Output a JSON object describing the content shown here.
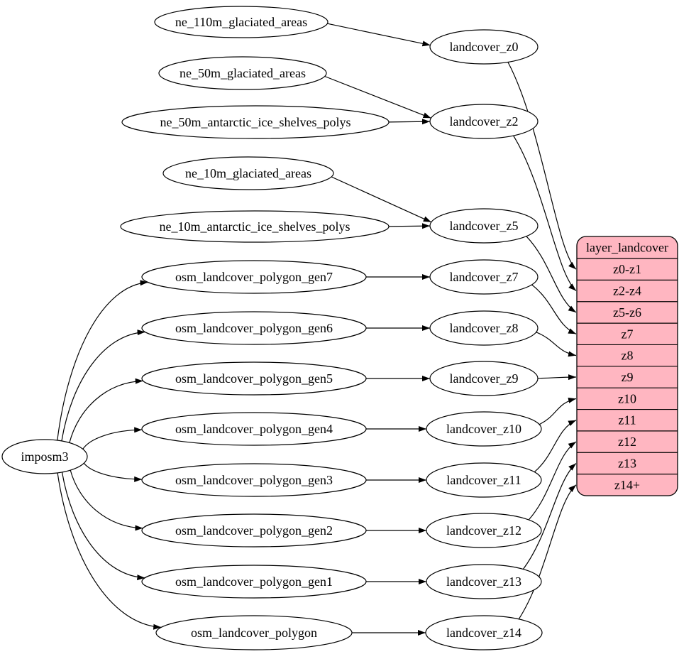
{
  "diagram": {
    "colors": {
      "background": "#ffffff",
      "node_fill": "#ffffff",
      "node_stroke": "#000000",
      "edge_stroke": "#000000",
      "table_fill": "#ffb6c1",
      "text": "#000000"
    },
    "ellipse_nodes": [
      {
        "id": "imposm3",
        "label": "imposm3"
      },
      {
        "id": "ne_110m_glaciated_areas",
        "label": "ne_110m_glaciated_areas"
      },
      {
        "id": "ne_50m_glaciated_areas",
        "label": "ne_50m_glaciated_areas"
      },
      {
        "id": "ne_50m_antarctic_ice_shelves_polys",
        "label": "ne_50m_antarctic_ice_shelves_polys"
      },
      {
        "id": "ne_10m_glaciated_areas",
        "label": "ne_10m_glaciated_areas"
      },
      {
        "id": "ne_10m_antarctic_ice_shelves_polys",
        "label": "ne_10m_antarctic_ice_shelves_polys"
      },
      {
        "id": "osm_landcover_polygon_gen7",
        "label": "osm_landcover_polygon_gen7"
      },
      {
        "id": "osm_landcover_polygon_gen6",
        "label": "osm_landcover_polygon_gen6"
      },
      {
        "id": "osm_landcover_polygon_gen5",
        "label": "osm_landcover_polygon_gen5"
      },
      {
        "id": "osm_landcover_polygon_gen4",
        "label": "osm_landcover_polygon_gen4"
      },
      {
        "id": "osm_landcover_polygon_gen3",
        "label": "osm_landcover_polygon_gen3"
      },
      {
        "id": "osm_landcover_polygon_gen2",
        "label": "osm_landcover_polygon_gen2"
      },
      {
        "id": "osm_landcover_polygon_gen1",
        "label": "osm_landcover_polygon_gen1"
      },
      {
        "id": "osm_landcover_polygon",
        "label": "osm_landcover_polygon"
      },
      {
        "id": "landcover_z0",
        "label": "landcover_z0"
      },
      {
        "id": "landcover_z2",
        "label": "landcover_z2"
      },
      {
        "id": "landcover_z5",
        "label": "landcover_z5"
      },
      {
        "id": "landcover_z7",
        "label": "landcover_z7"
      },
      {
        "id": "landcover_z8",
        "label": "landcover_z8"
      },
      {
        "id": "landcover_z9",
        "label": "landcover_z9"
      },
      {
        "id": "landcover_z10",
        "label": "landcover_z10"
      },
      {
        "id": "landcover_z11",
        "label": "landcover_z11"
      },
      {
        "id": "landcover_z12",
        "label": "landcover_z12"
      },
      {
        "id": "landcover_z13",
        "label": "landcover_z13"
      },
      {
        "id": "landcover_z14",
        "label": "landcover_z14"
      }
    ],
    "table": {
      "id": "layer_landcover",
      "title": "layer_landcover",
      "rows": [
        {
          "id": "z0-z1",
          "label": "z0-z1"
        },
        {
          "id": "z2-z4",
          "label": "z2-z4"
        },
        {
          "id": "z5-z6",
          "label": "z5-z6"
        },
        {
          "id": "z7",
          "label": "z7"
        },
        {
          "id": "z8",
          "label": "z8"
        },
        {
          "id": "z9",
          "label": "z9"
        },
        {
          "id": "z10",
          "label": "z10"
        },
        {
          "id": "z11",
          "label": "z11"
        },
        {
          "id": "z12",
          "label": "z12"
        },
        {
          "id": "z13",
          "label": "z13"
        },
        {
          "id": "z14+",
          "label": "z14+"
        }
      ]
    },
    "edges": [
      {
        "from": "ne_110m_glaciated_areas",
        "to": "landcover_z0"
      },
      {
        "from": "ne_50m_glaciated_areas",
        "to": "landcover_z2"
      },
      {
        "from": "ne_50m_antarctic_ice_shelves_polys",
        "to": "landcover_z2"
      },
      {
        "from": "ne_10m_glaciated_areas",
        "to": "landcover_z5"
      },
      {
        "from": "ne_10m_antarctic_ice_shelves_polys",
        "to": "landcover_z5"
      },
      {
        "from": "imposm3",
        "to": "osm_landcover_polygon_gen7"
      },
      {
        "from": "imposm3",
        "to": "osm_landcover_polygon_gen6"
      },
      {
        "from": "imposm3",
        "to": "osm_landcover_polygon_gen5"
      },
      {
        "from": "imposm3",
        "to": "osm_landcover_polygon_gen4"
      },
      {
        "from": "imposm3",
        "to": "osm_landcover_polygon_gen3"
      },
      {
        "from": "imposm3",
        "to": "osm_landcover_polygon_gen2"
      },
      {
        "from": "imposm3",
        "to": "osm_landcover_polygon_gen1"
      },
      {
        "from": "imposm3",
        "to": "osm_landcover_polygon"
      },
      {
        "from": "osm_landcover_polygon_gen7",
        "to": "landcover_z7"
      },
      {
        "from": "osm_landcover_polygon_gen6",
        "to": "landcover_z8"
      },
      {
        "from": "osm_landcover_polygon_gen5",
        "to": "landcover_z9"
      },
      {
        "from": "osm_landcover_polygon_gen4",
        "to": "landcover_z10"
      },
      {
        "from": "osm_landcover_polygon_gen3",
        "to": "landcover_z11"
      },
      {
        "from": "osm_landcover_polygon_gen2",
        "to": "landcover_z12"
      },
      {
        "from": "osm_landcover_polygon_gen1",
        "to": "landcover_z13"
      },
      {
        "from": "osm_landcover_polygon",
        "to": "landcover_z14"
      },
      {
        "from": "landcover_z0",
        "to": "z0-z1"
      },
      {
        "from": "landcover_z2",
        "to": "z2-z4"
      },
      {
        "from": "landcover_z5",
        "to": "z5-z6"
      },
      {
        "from": "landcover_z7",
        "to": "z7"
      },
      {
        "from": "landcover_z8",
        "to": "z8"
      },
      {
        "from": "landcover_z9",
        "to": "z9"
      },
      {
        "from": "landcover_z10",
        "to": "z10"
      },
      {
        "from": "landcover_z11",
        "to": "z11"
      },
      {
        "from": "landcover_z12",
        "to": "z12"
      },
      {
        "from": "landcover_z13",
        "to": "z13"
      },
      {
        "from": "landcover_z14",
        "to": "z14+"
      }
    ]
  }
}
